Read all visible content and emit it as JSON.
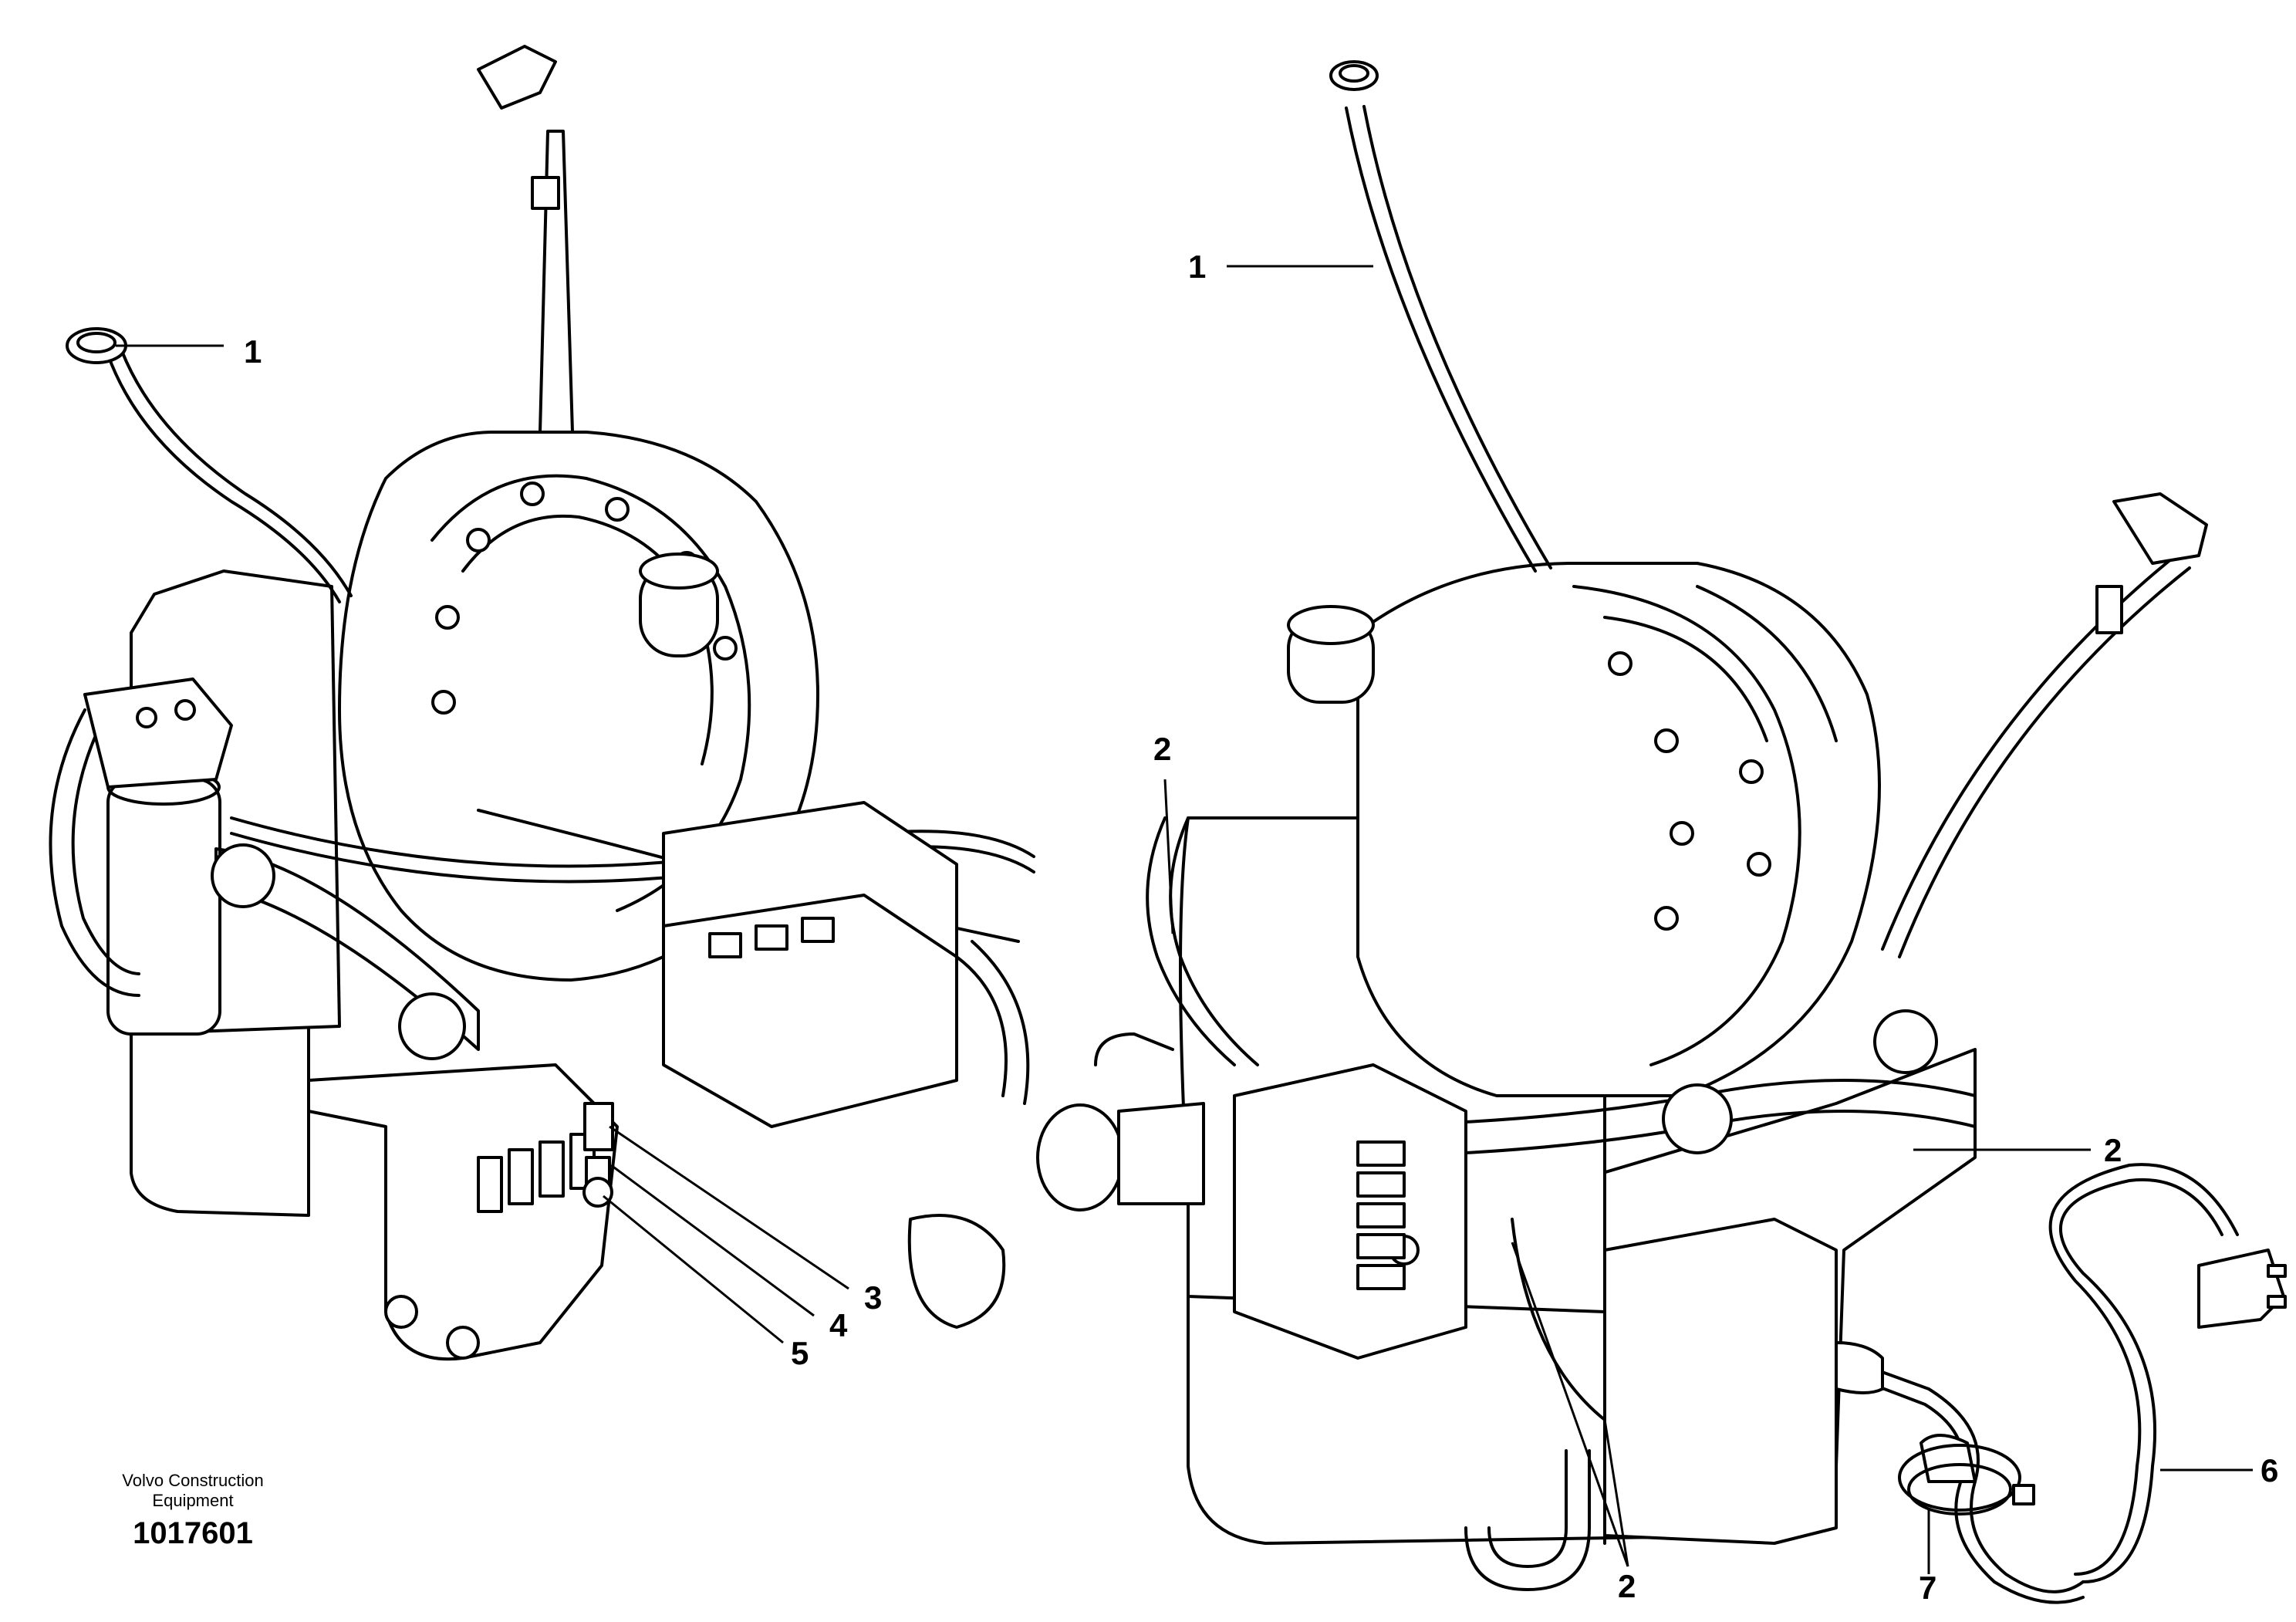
{
  "callouts": {
    "left_1": "1",
    "left_3": "3",
    "left_4": "4",
    "left_5": "5",
    "right_1": "1",
    "right_2a": "2",
    "right_2b": "2",
    "right_2c": "2",
    "right_6": "6",
    "right_7": "7"
  },
  "footer": {
    "company_line1": "Volvo Construction",
    "company_line2": "Equipment",
    "document_number": "1017601"
  },
  "colors": {
    "ink": "#000000",
    "paper": "#ffffff"
  }
}
